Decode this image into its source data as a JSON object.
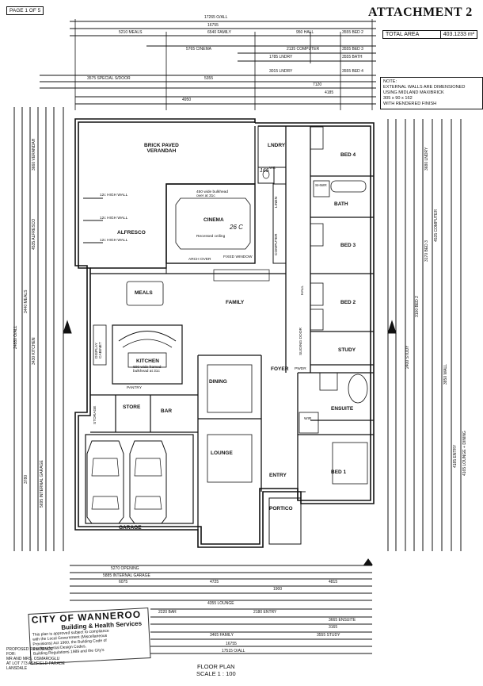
{
  "header": {
    "page_label": "PAGE 1 OF 5",
    "attachment_title": "ATTACHMENT 2",
    "total_area_label": "TOTAL AREA",
    "total_area_value": "403.1233 m²"
  },
  "note": {
    "lines": [
      "NOTE:",
      "EXTERNAL WALLS ARE DIMENSIONED",
      "USING MIDLAND MAXIBRICK",
      "305 x 90 x 162",
      "WITH RENDERED FINISH"
    ]
  },
  "rooms": {
    "verandah": "BRICK PAVED\nVERANDAH",
    "alfresco": "ALFRESCO",
    "cinema": "CINEMA",
    "meals": "MEALS",
    "family": "FAMILY",
    "kitchen": "KITCHEN",
    "pantry": "PANTRY",
    "store": "STORE",
    "bar": "BAR",
    "storage": "STORAGE",
    "dining": "DINING",
    "lounge": "LOUNGE",
    "entry": "ENTRY",
    "portico": "PORTICO",
    "garage": "GARAGE",
    "foyer": "FOYER",
    "laundry": "LNDRY",
    "wc": "WC",
    "bed4": "BED 4",
    "bed3": "BED 3",
    "bed2": "BED 2",
    "bed1": "BED 1",
    "bath": "BATH",
    "study": "STUDY",
    "ensuite": "ENSUITE",
    "hall": "HALL",
    "pwdr": "PWDR",
    "computer": "COMPUTER",
    "wir": "WIR",
    "linen": "LINEN",
    "shwr": "SHWR",
    "display": "DISPLAY\nCABINET"
  },
  "annotations": {
    "high_wall_1": "12c HIGH WALL",
    "high_wall_2": "12c HIGH WALL",
    "high_wall_3": "12c HIGH WALL",
    "recessed": "Recessed ceiling",
    "bulkhead": "450 wide bulkhead\nover at 31c",
    "fixed_window": "FIXED WINDOW",
    "arch_over": "ARCH OVER",
    "sliding_door": "SLIDING DOOR",
    "bulkhead_kitchen": "600 wide framed\nbulkhead at 31c",
    "cinema_hand": "26 C",
    "hand_165": "165"
  },
  "dims_top": [
    "17265 O/ALL",
    "16755",
    "5210 MEALS",
    "6540 FAMILY",
    "3555 BED 2",
    "950 HALL",
    "5765 CINEMA",
    "2135 COMPUTER",
    "3555 BED 3",
    "1785 LNDRY",
    "3555 BATH",
    "3015 LNDRY",
    "3555 BED 4",
    "3575 SPECIAL S/DOOR",
    "5355",
    "7120",
    "4950",
    "4185"
  ],
  "dims_bottom": [
    "5270 OPENING",
    "5885 INTERNAL GARAGE",
    "6075",
    "4725",
    "4815",
    "1900",
    "4355 LOUNGE",
    "2220 BAR",
    "2180 ENTRY",
    "3665 ENSUITE",
    "3165",
    "3465 FAMILY",
    "3555 STUDY",
    "16755",
    "17515 O/ALL"
  ],
  "dims_left": [
    "24880 O/ALL",
    "3660 VERANDAH",
    "4535 ALFRESCO",
    "3440 MEALS",
    "3430 KITCHEN",
    "5695 INTERNAL GARAGE",
    "3780"
  ],
  "dims_right": [
    "3680 LNDRY",
    "4535 COMPUTER",
    "3170 BED 3",
    "3100 BED 2",
    "2400 STUDY",
    "3850 WALL",
    "4165 LOUNGE + DINING",
    "4185 ENTRY"
  ],
  "footer": {
    "plan_title": "FLOOR PLAN",
    "plan_scale": "SCALE 1 : 100"
  },
  "stamp": {
    "city": "CITY OF WANNEROO",
    "dept": "Building & Health Services",
    "text": "This plan is approved subject to compliance\nwith the Local Government (Miscellaneous\nProvisions) Act 1960, the Building Code of\nthe Residential Design Codes,\nBuilding Regulations 1989 and the City's"
  },
  "proposal": "PROPOSED RESIDENCE\nFOR:\nMR AND MRS. OSMAROGLU\nAT LOT 773 ASHFIELD PARADE\nLANSDALE",
  "colors": {
    "ink": "#111111",
    "paper": "#ffffff"
  }
}
